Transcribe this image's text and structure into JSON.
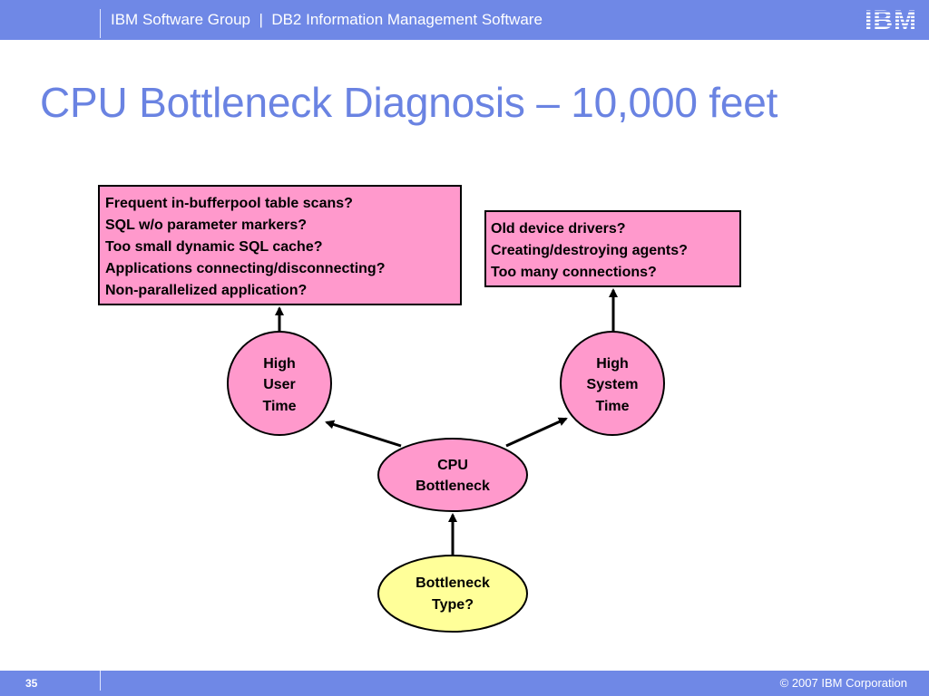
{
  "header": {
    "text": "IBM Software Group  |  DB2 Information Management Software",
    "logo": "IBM"
  },
  "slide": {
    "title": "CPU Bottleneck Diagnosis – 10,000 feet"
  },
  "diagram": {
    "user_box": [
      "Frequent in-bufferpool table scans?",
      "SQL w/o parameter markers?",
      "Too small dynamic SQL cache?",
      "Applications connecting/disconnecting?",
      "Non-parallelized application?"
    ],
    "system_box": [
      "Old device drivers?",
      "Creating/destroying agents?",
      "Too many connections?"
    ],
    "high_user_time": [
      "High",
      "User",
      "Time"
    ],
    "high_system_time": [
      "High",
      "System",
      "Time"
    ],
    "cpu_bottleneck": [
      "CPU",
      "Bottleneck"
    ],
    "bottleneck_type": [
      "Bottleneck",
      "Type?"
    ],
    "colors": {
      "pink": "#ff99cc",
      "yellow": "#ffff99",
      "accent_blue": "#6f88e6",
      "title_blue": "#6a83e2"
    }
  },
  "footer": {
    "page": "35",
    "copyright": "© 2007 IBM Corporation"
  }
}
